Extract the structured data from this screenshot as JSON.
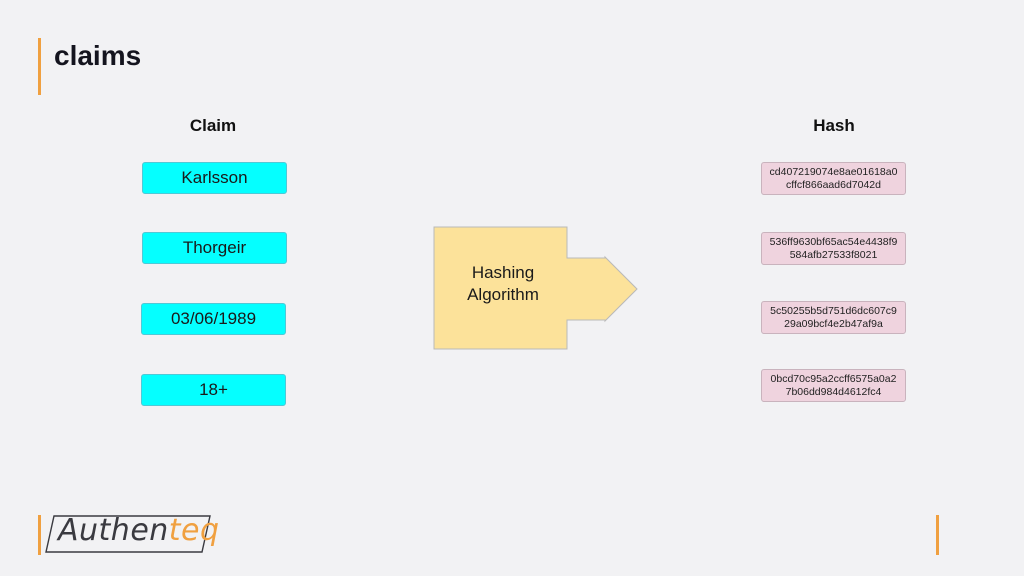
{
  "slide": {
    "title": "claims"
  },
  "columns": {
    "claim_header": "Claim",
    "hash_header": "Hash"
  },
  "claims": [
    "Karlsson",
    "Thorgeir",
    "03/06/1989",
    "18+"
  ],
  "hashes": [
    "cd407219074e8ae01618a0\ncffcf866aad6d7042d",
    "536ff9630bf65ac54e4438f9\n584afb27533f8021",
    "5c50255b5d751d6dc607c9\n29a09bcf4e2b47af9a",
    "0bcd70c95a2ccff6575a0a2\n7b06dd984d4612fc4"
  ],
  "algorithm": {
    "label": "Hashing\nAlgorithm"
  },
  "logo": {
    "text_main": "Authen",
    "text_highlight": "teq"
  },
  "colors": {
    "accent": "#f0a040",
    "claim_fill": "#05ffff",
    "hash_fill": "#efd3de",
    "algorithm_fill": "#fce29a"
  }
}
